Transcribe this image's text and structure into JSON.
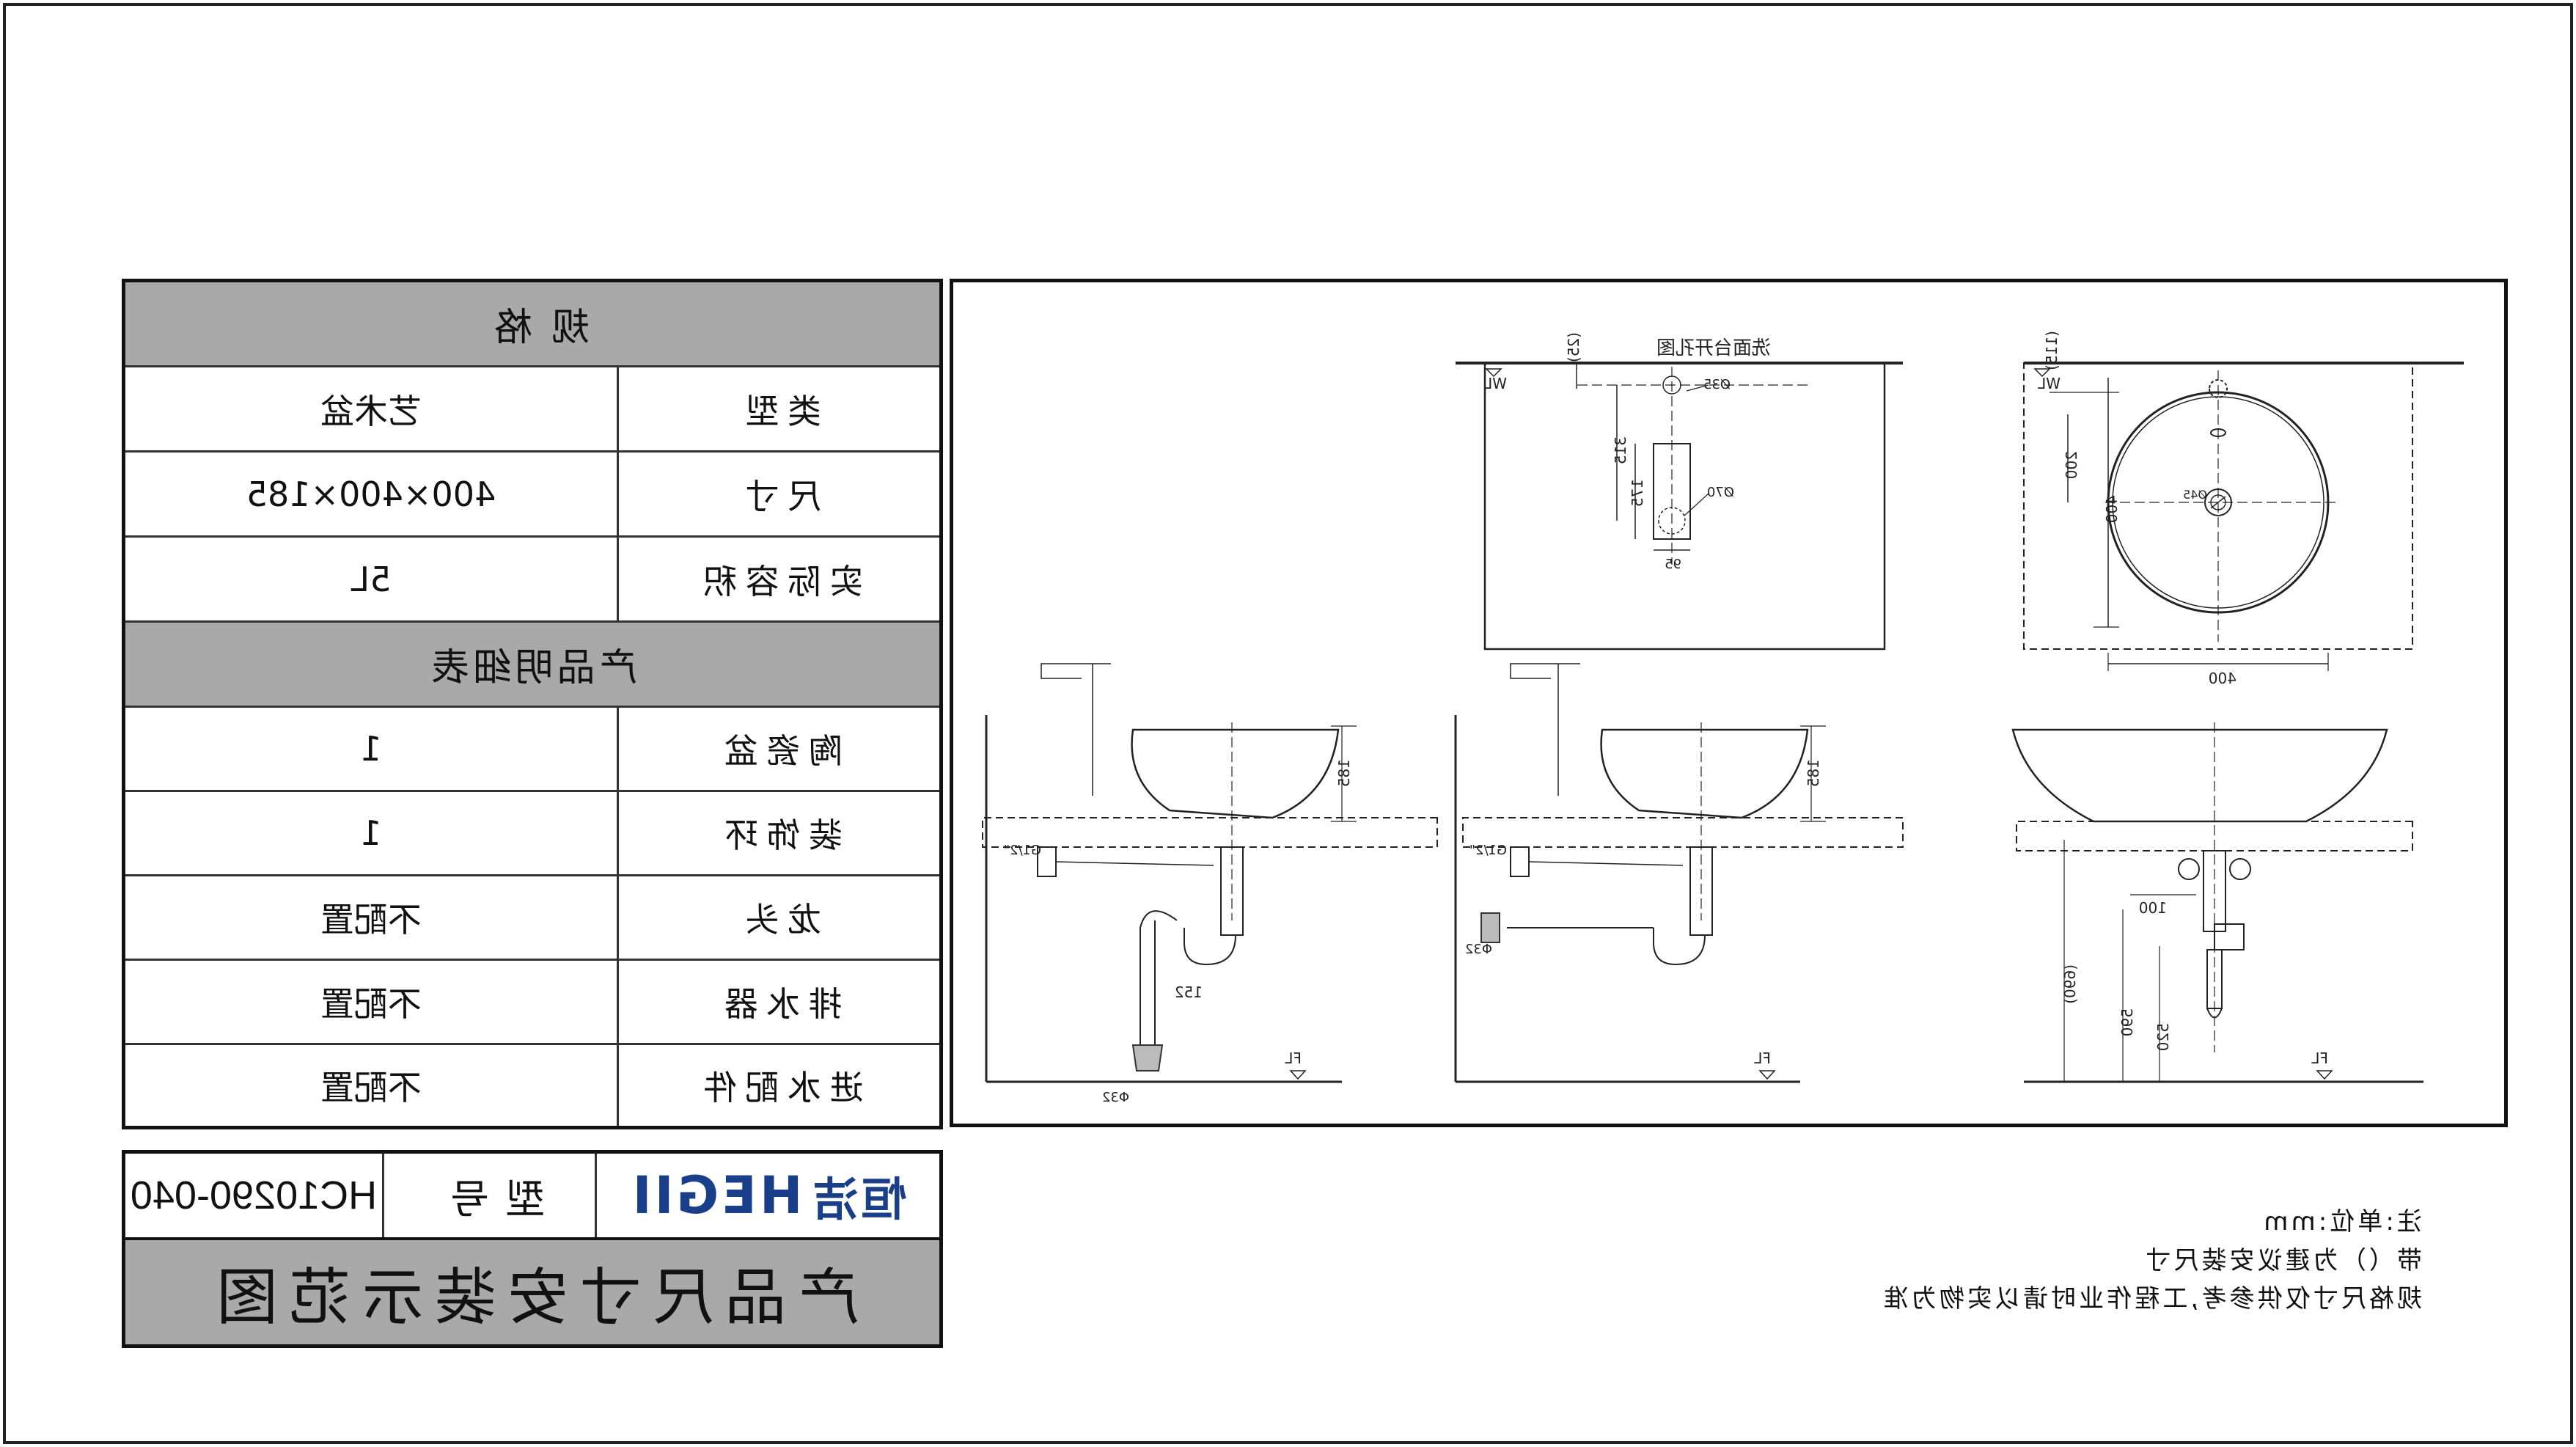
{
  "spec": {
    "header": "规格",
    "rows": [
      {
        "label": "类型",
        "value": "艺术盆"
      },
      {
        "label": "尺寸",
        "value": "400×400×185"
      },
      {
        "label": "实际容积",
        "value": "5L"
      }
    ]
  },
  "details": {
    "header": "产品明细表",
    "rows": [
      {
        "label": "陶瓷盆",
        "value": "1"
      },
      {
        "label": "装饰环",
        "value": "1"
      },
      {
        "label": "龙头",
        "value": "不配置"
      },
      {
        "label": "排水器",
        "value": "不配置"
      },
      {
        "label": "进水配件",
        "value": "不配置"
      }
    ]
  },
  "model": {
    "brand_cn": "恒洁",
    "brand_en": "HEGII",
    "label": "型号",
    "value": "HC10290-040"
  },
  "sheet_title": "产品尺寸安装示范图",
  "notes": [
    "注:单位:mm",
    "带（）为建议安装尺寸",
    "规格尺寸仅供参考,工程作业时请以实物为准"
  ],
  "drawing": {
    "plan_title": "洗面台开孔图",
    "wl": "WL",
    "fl": "FL",
    "dims": {
      "d35": "Ø35",
      "d70": "Ø70",
      "d45": "Ø45",
      "dim_25": "(25)",
      "dim_315": "315",
      "dim_175": "175",
      "dim_95": "95",
      "dim_115": "(115)",
      "dim_200": "200",
      "dim_400v": "400",
      "dim_400h": "400",
      "dim_185a": "185",
      "dim_185b": "185",
      "g12a": "G1/2\"",
      "g12b": "G1/2\"",
      "dim_152": "152",
      "phi32a": "Φ32",
      "phi32b": "Φ32",
      "dim_100": "100",
      "dim_690": "(690)",
      "dim_590": "590",
      "dim_520": "520"
    }
  }
}
